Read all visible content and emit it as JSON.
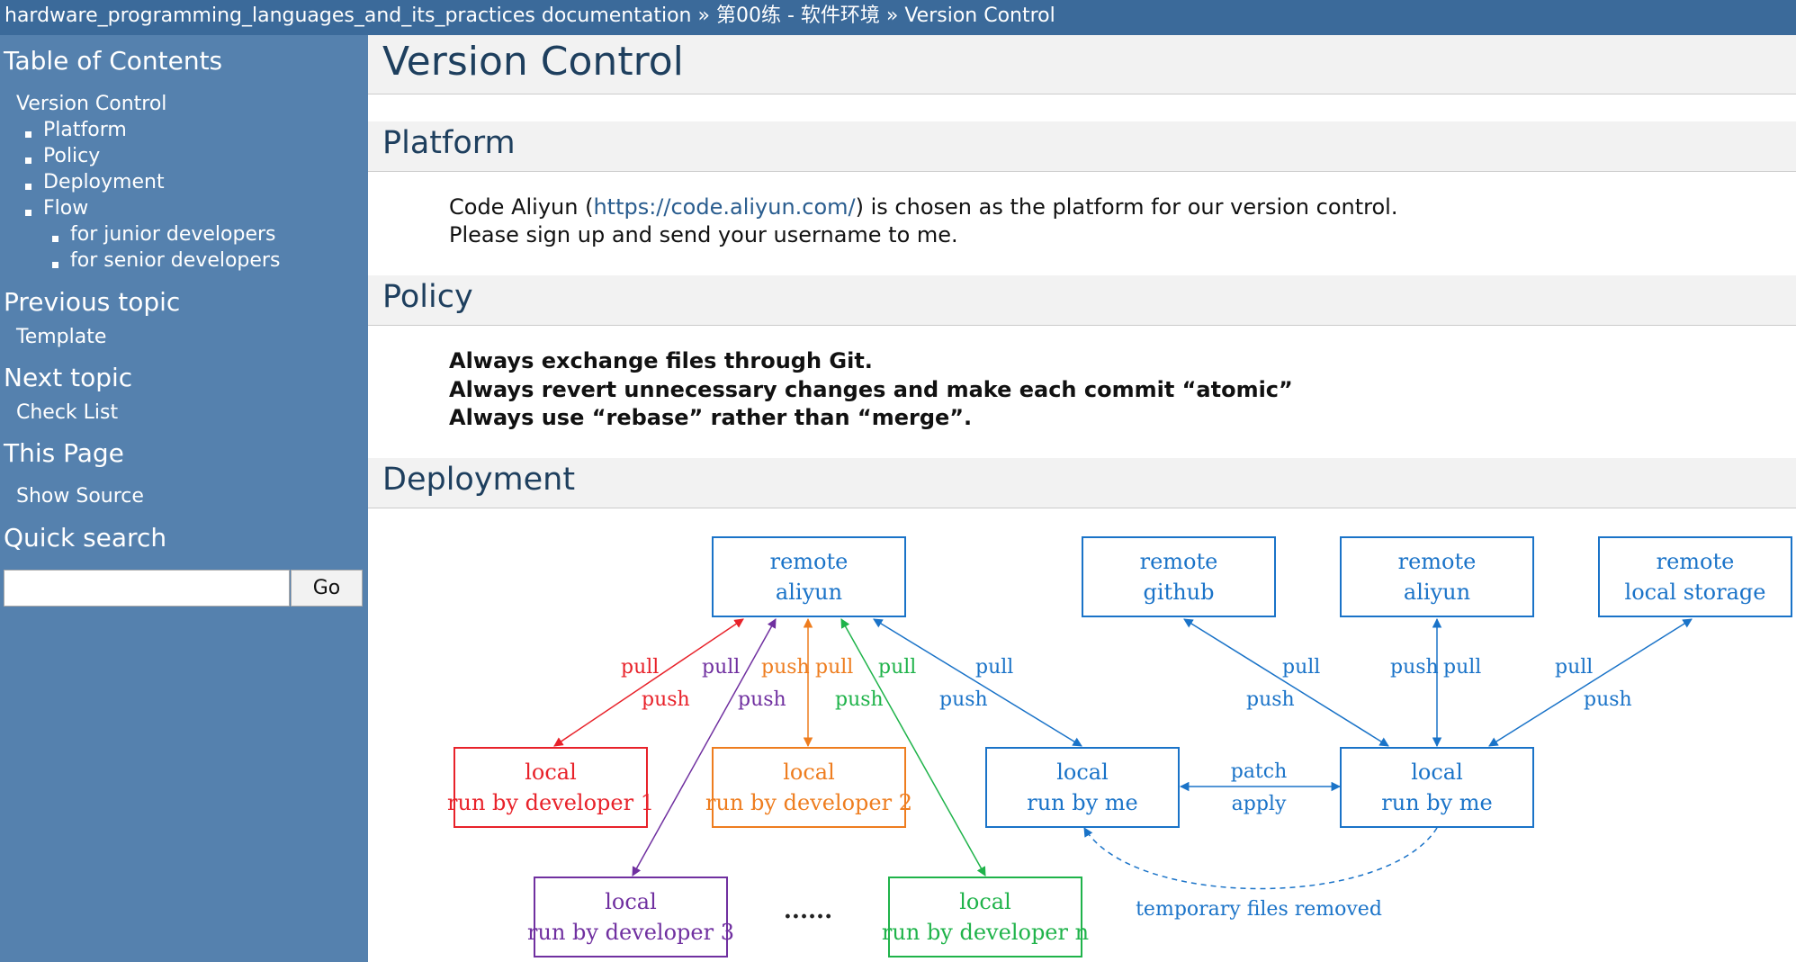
{
  "breadcrumb": {
    "doc": "hardware_programming_languages_and_its_practices documentation",
    "sep1": " » ",
    "parent": "第00练 - 软件环境",
    "sep2": " » ",
    "current": "Version Control"
  },
  "sidebar": {
    "toc_title": "Table of Contents",
    "toc_root": "Version Control",
    "toc_items": [
      "Platform",
      "Policy",
      "Deployment",
      "Flow"
    ],
    "toc_subitems": [
      "for junior developers",
      "for senior developers"
    ],
    "prev_title": "Previous topic",
    "prev_link": "Template",
    "next_title": "Next topic",
    "next_link": "Check List",
    "this_page_title": "This Page",
    "show_source": "Show Source",
    "search_title": "Quick search",
    "search_value": "",
    "go_label": "Go"
  },
  "main": {
    "title": "Version Control",
    "platform": {
      "heading": "Platform",
      "line1_pre": "Code Aliyun (",
      "line1_link": "https://code.aliyun.com/",
      "line1_post": ") is chosen as the platform for our version control.",
      "line2": "Please sign up and send your username to me."
    },
    "policy": {
      "heading": "Policy",
      "lines": [
        "Always exchange files through Git.",
        "Always revert unnecessary changes and make each commit “atomic”",
        "Always use “rebase” rather than “merge”."
      ]
    },
    "deployment": {
      "heading": "Deployment",
      "diagram": {
        "remote_aliyun": [
          "remote",
          "aliyun"
        ],
        "remote_github": [
          "remote",
          "github"
        ],
        "remote_aliyun2": [
          "remote",
          "aliyun"
        ],
        "remote_local_storage": [
          "remote",
          "local storage"
        ],
        "local_dev1": [
          "local",
          "run by developer 1"
        ],
        "local_dev2": [
          "local",
          "run by developer 2"
        ],
        "local_dev3": [
          "local",
          "run by developer 3"
        ],
        "local_devn": [
          "local",
          "run by developer n"
        ],
        "local_me1": [
          "local",
          "run by me"
        ],
        "local_me2": [
          "local",
          "run by me"
        ],
        "ellipsis": "......",
        "pull": "pull",
        "push": "push",
        "patch": "patch",
        "apply": "apply",
        "temp_removed": "temporary files removed"
      },
      "colors": {
        "red": "#e8222a",
        "orange": "#ee7d1f",
        "purple": "#7030a0",
        "green": "#1fb34a",
        "blue": "#1a73c8"
      }
    }
  }
}
